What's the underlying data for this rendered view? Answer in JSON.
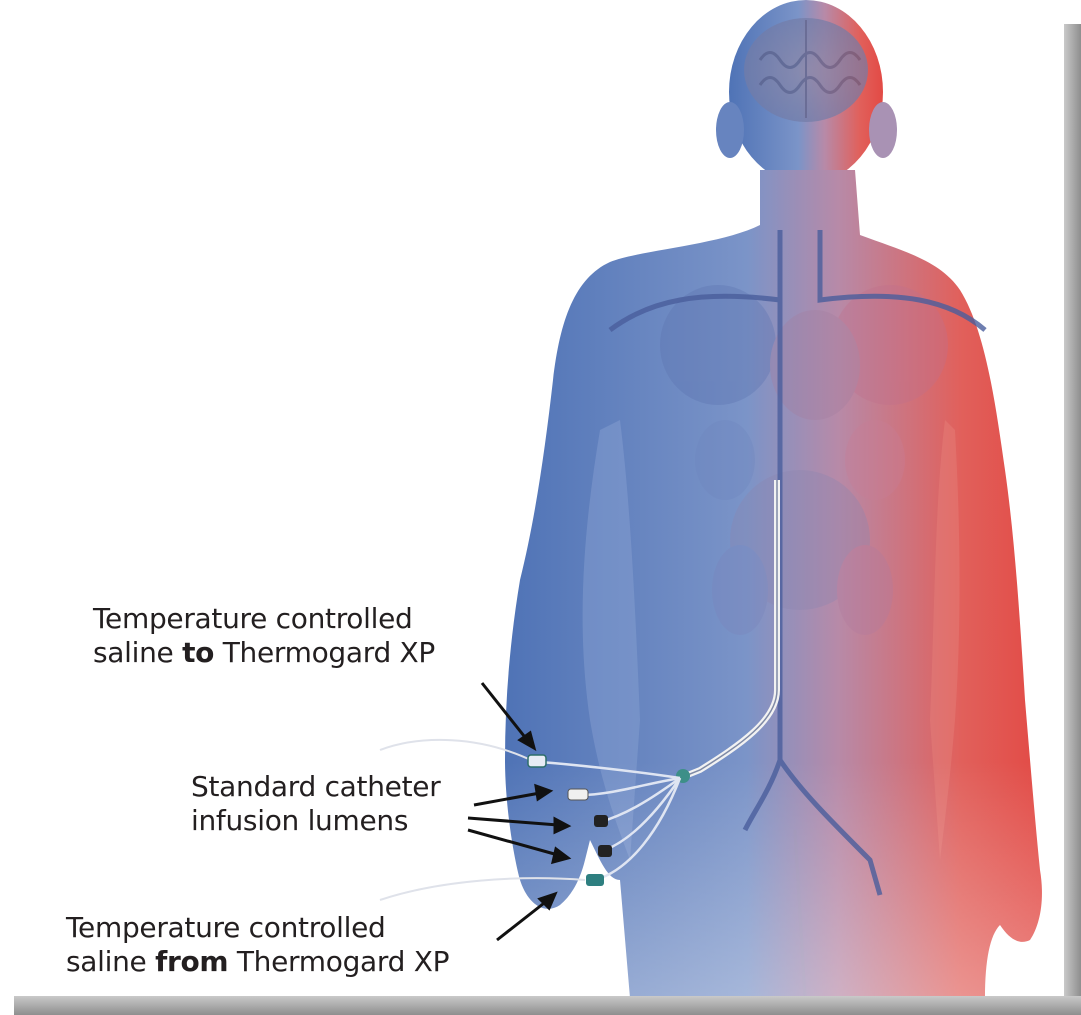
{
  "labels": {
    "to_line1": "Temperature controlled",
    "to_line2_prefix": "saline ",
    "to_line2_bold": "to",
    "to_line2_suffix": " Thermogard XP",
    "standard_line1": "Standard catheter",
    "standard_line2": "infusion lumens",
    "from_line1": "Temperature controlled",
    "from_line2_prefix": "saline ",
    "from_line2_bold": "from",
    "from_line2_suffix": " Thermogard XP"
  },
  "colors": {
    "cool": "#5a7fc0",
    "warm": "#e0564e",
    "text": "#231f20",
    "frame": "#9a9a9a"
  }
}
